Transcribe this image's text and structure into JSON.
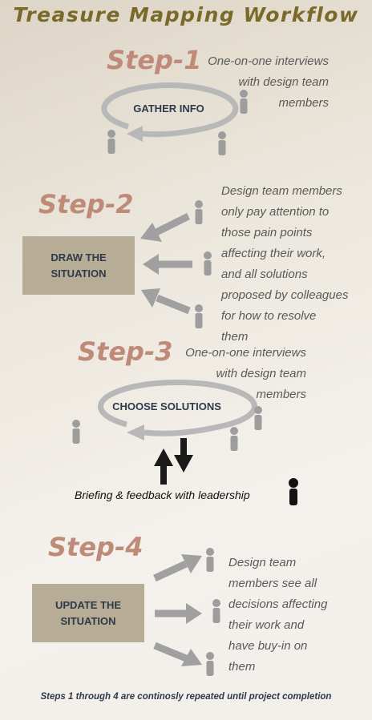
{
  "title": "Treasure Mapping Workflow",
  "step1": {
    "label": "Step-1",
    "description": [
      "One-on-one interviews",
      "with design team",
      "members"
    ],
    "cycle_label": "GATHER INFO"
  },
  "step2": {
    "label": "Step-2",
    "box_label": [
      "DRAW THE",
      "SITUATION"
    ],
    "description": [
      "Design team members",
      "only pay attention to",
      "those pain points",
      "affecting their work,",
      "and all solutions",
      "proposed by colleagues",
      "for how to resolve",
      "them"
    ]
  },
  "step3": {
    "label": "Step-3",
    "description": [
      "One-on-one interviews",
      "with design team",
      "members"
    ],
    "cycle_label": "CHOOSE SOLUTIONS",
    "briefing": "Briefing & feedback with leadership"
  },
  "step4": {
    "label": "Step-4",
    "box_label": [
      "UPDATE THE",
      "SITUATION"
    ],
    "description": [
      "Design team",
      "members see all",
      "decisions affecting",
      "their work and",
      "have buy-in on",
      "them"
    ]
  },
  "footer": "Steps 1 through 4 are continosly repeated until project completion",
  "colors": {
    "title": "#7a6a2a",
    "step_label": "#c08a78",
    "box": "#b7ad97",
    "person_gray": "#9d9d9d",
    "leader": "#111111"
  },
  "icons": [
    "person-icon",
    "leader-person-icon",
    "arrow-icon",
    "cycle-arrow-icon"
  ]
}
